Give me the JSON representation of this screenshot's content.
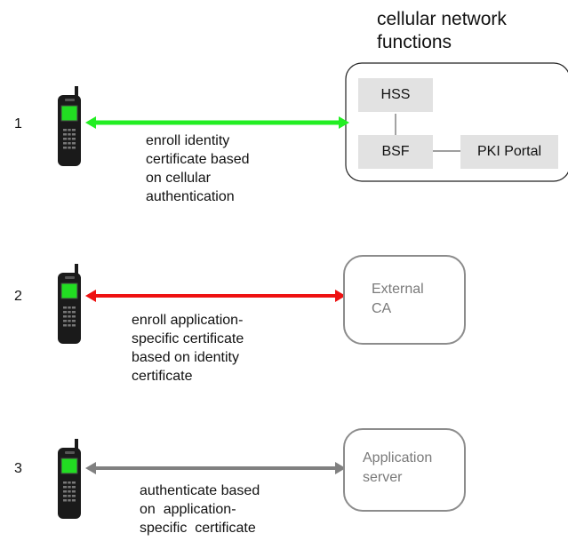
{
  "network_title": "cellular network\nfunctions",
  "network_box": {
    "hss": "HSS",
    "bsf": "BSF",
    "pki_portal": "PKI Portal"
  },
  "steps": [
    {
      "number": "1",
      "description": "enroll identity\ncertificate based\non cellular\nauthentication",
      "arrow_color": "#22ee22"
    },
    {
      "number": "2",
      "description": "enroll application-\nspecific certificate\nbased on identity\ncertificate",
      "arrow_color": "#ee1111",
      "target": "External\nCA"
    },
    {
      "number": "3",
      "description": "authenticate based\non  application-\nspecific  certificate",
      "arrow_color": "#808080",
      "target": "Application\nserver"
    }
  ],
  "icons": {
    "phone": "mobile-phone-icon"
  }
}
